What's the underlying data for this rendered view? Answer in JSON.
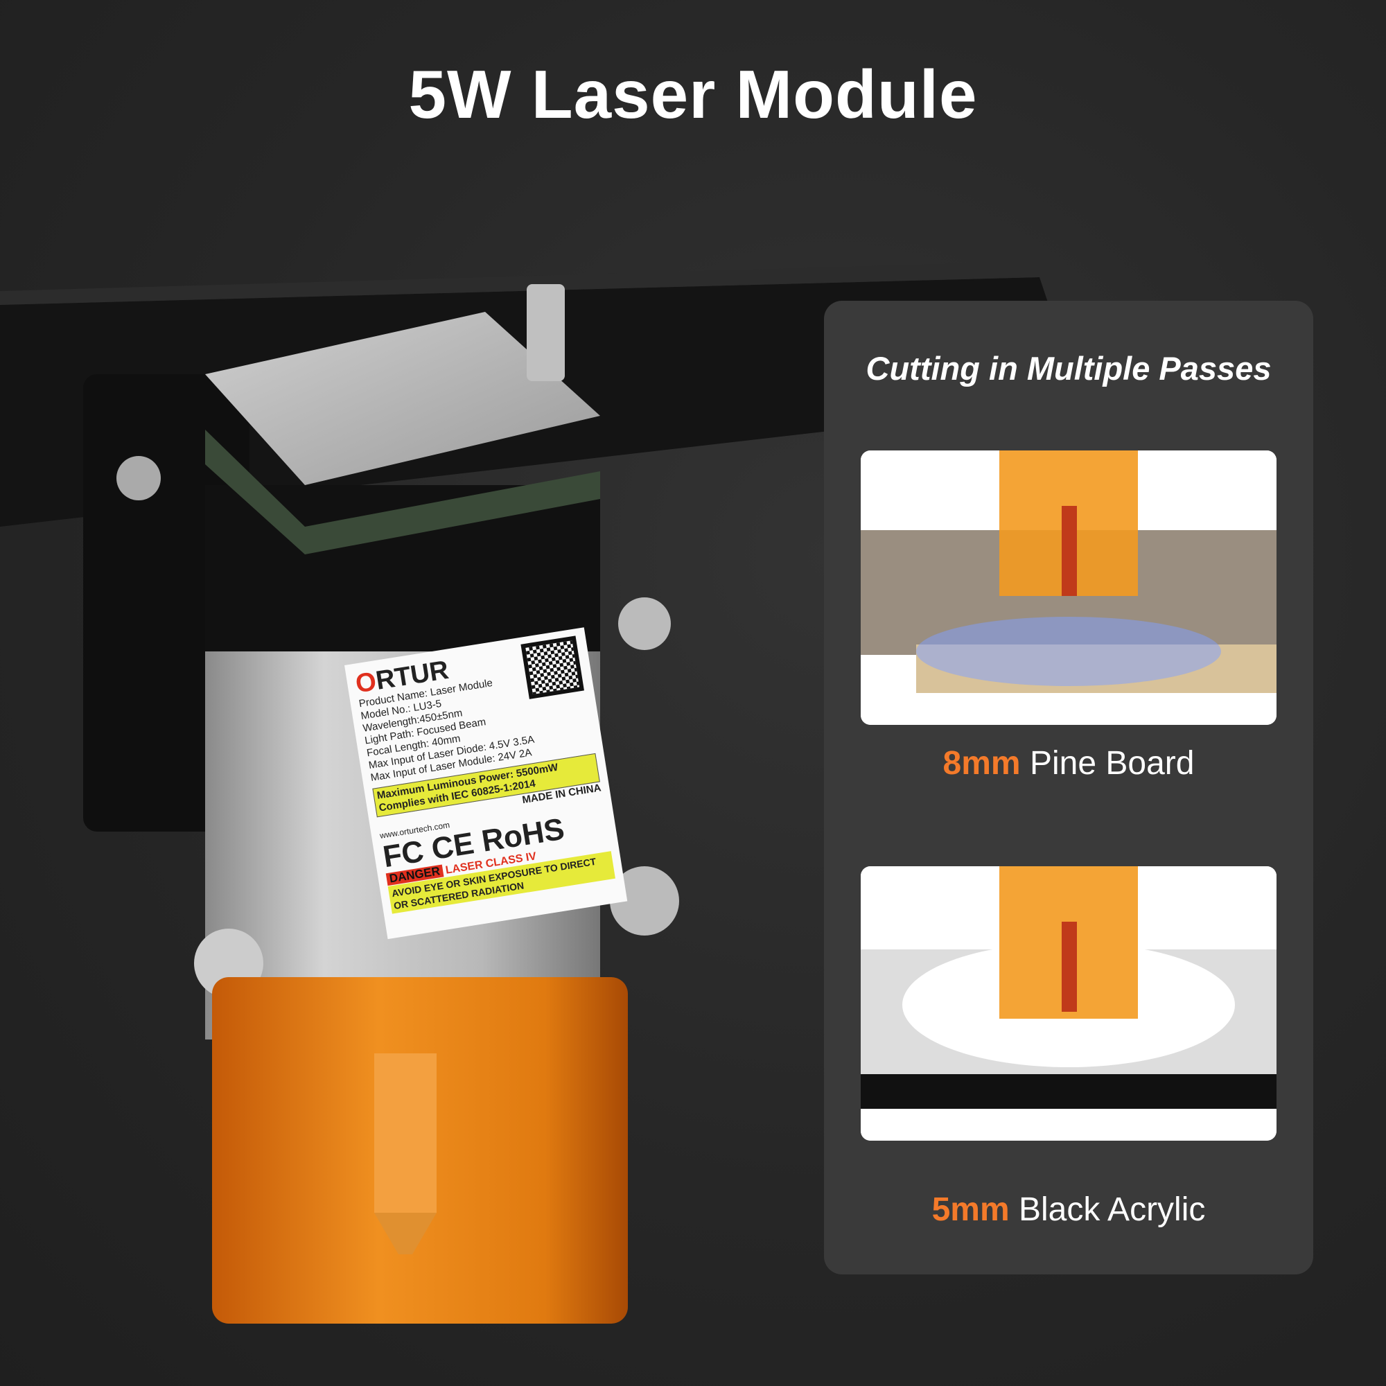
{
  "title": "5W Laser Module",
  "label": {
    "brand_first": "O",
    "brand_rest": "RTUR",
    "lines": [
      "Product Name: Laser Module",
      "Model No.: LU3-5",
      "Wavelength:450±5nm",
      "Light Path: Focused Beam",
      "Focal Length: 40mm",
      "Max Input of Laser Diode: 4.5V 3.5A",
      "Max Input of Laser Module: 24V 2A"
    ],
    "power": "Maximum Luminous Power: 5500mW",
    "compliance": "Complies with IEC 60825-1:2014",
    "made_in": "MADE IN CHINA",
    "website": "www.orturtech.com",
    "certs": "FC CE RoHS",
    "danger": "DANGER",
    "laser_class": "LASER CLASS IV",
    "warning": "AVOID EYE OR SKIN EXPOSURE TO DIRECT OR SCATTERED RADIATION"
  },
  "panel": {
    "title": "Cutting in Multiple Passes",
    "items": [
      {
        "highlight": "8mm",
        "text": " Pine Board"
      },
      {
        "highlight": "5mm",
        "text": " Black Acrylic"
      }
    ]
  },
  "colors": {
    "accent": "#f47a2a",
    "background": "#262626",
    "panel": "#3a3a3a"
  }
}
